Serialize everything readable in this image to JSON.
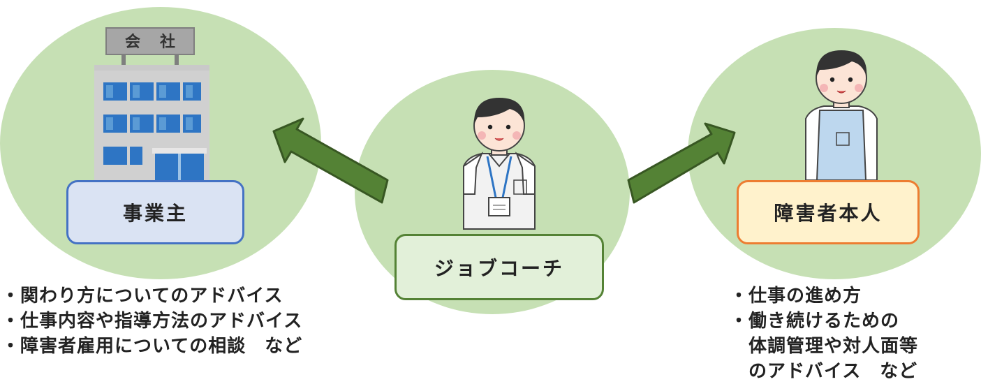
{
  "employer": {
    "sign": [
      "会",
      "社"
    ],
    "label": "事業主",
    "notes": [
      "・関わり方についてのアドバイス",
      "・仕事内容や指導方法のアドバイス",
      "・障害者雇用についての相談　など"
    ]
  },
  "coach": {
    "label": "ジョブコーチ"
  },
  "person": {
    "label": "障害者本人",
    "notes": [
      "・仕事の進め方",
      "・働き続けるための",
      "　体調管理や対人面等",
      "　のアドバイス　など"
    ]
  },
  "colors": {
    "circle": "#c6e0b4",
    "arrow": "#548235",
    "employer_box": "#dae3f3",
    "employer_border": "#4472c4",
    "coach_box": "#e2f0d9",
    "coach_border": "#548235",
    "person_box": "#fff2cc",
    "person_border": "#ed7d31"
  }
}
